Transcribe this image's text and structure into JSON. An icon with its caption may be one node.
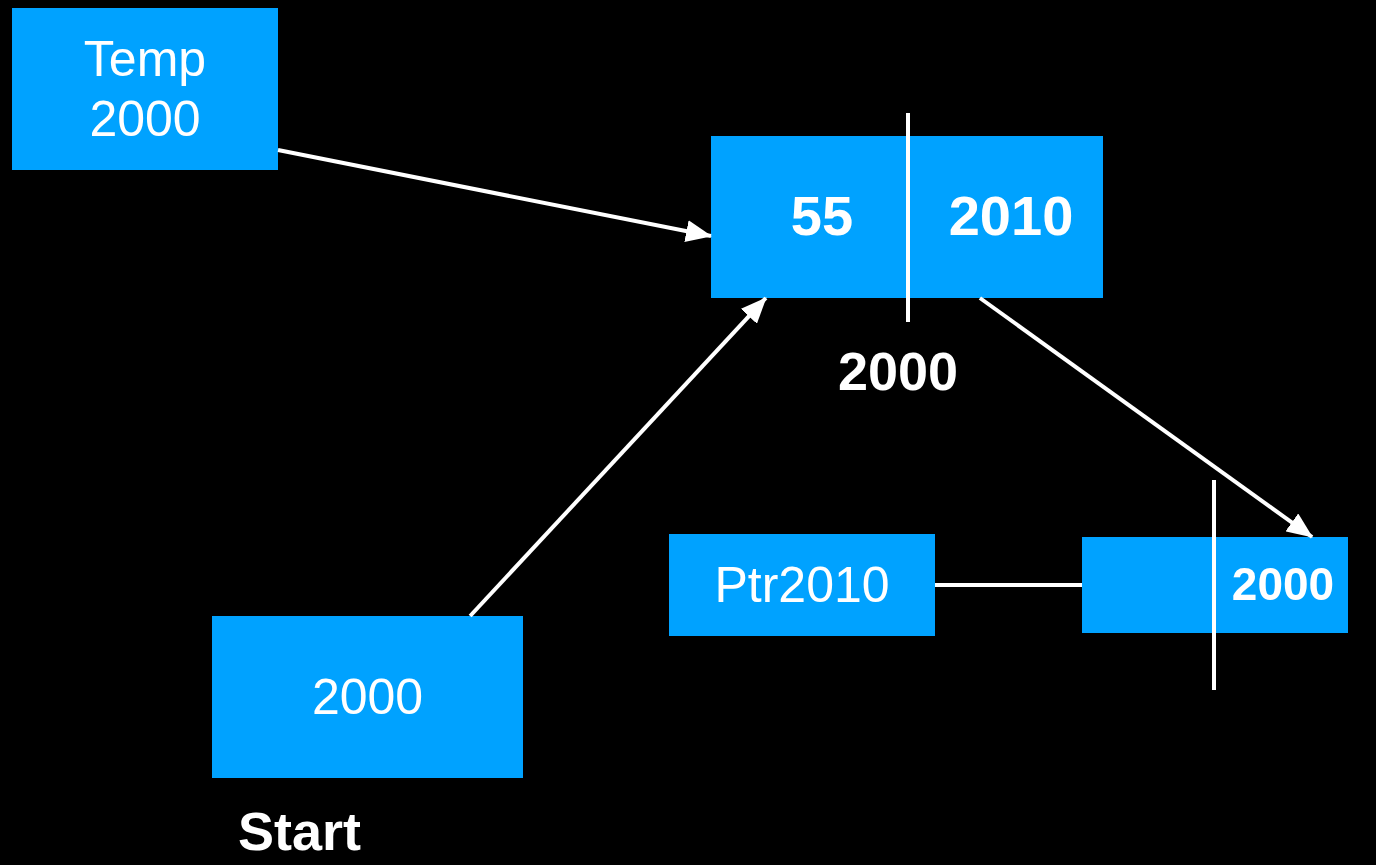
{
  "diagram": {
    "nodes": [
      {
        "text": [
          "Temp 2000"
        ]
      },
      {
        "text": [
          "55",
          "2010"
        ],
        "beside": [
          "2000"
        ]
      },
      {
        "text": [
          "2000"
        ],
        "beside": [
          "Start"
        ]
      },
      {
        "text": [
          "Ptr2010"
        ]
      },
      {
        "text": [
          "2000"
        ]
      }
    ],
    "edges": [
      {
        "from": 0,
        "to": 1,
        "arrow": "to"
      },
      {
        "from": 2,
        "to": 1,
        "arrow": "to"
      },
      {
        "from": 1,
        "to": 4,
        "arrow": "to"
      },
      {
        "from": 3,
        "to": 4,
        "arrow": "none"
      }
    ]
  }
}
